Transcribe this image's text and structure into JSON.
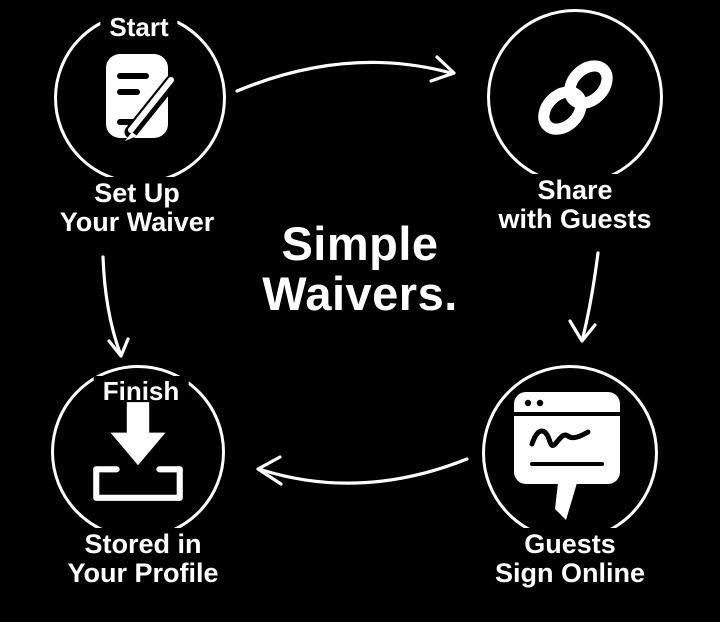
{
  "colors": {
    "background": "#000000",
    "foreground": "#ffffff"
  },
  "title": {
    "line1": "Simple",
    "line2": "Waivers."
  },
  "steps": [
    {
      "name": "setup",
      "badge": "Start",
      "caption1": "Set Up",
      "caption2": "Your Waiver",
      "icon": "waiver-form-icon"
    },
    {
      "name": "share",
      "badge": "",
      "caption1": "Share",
      "caption2": "with Guests",
      "icon": "link-icon"
    },
    {
      "name": "sign",
      "badge": "",
      "caption1": "Guests",
      "caption2": "Sign Online",
      "icon": "signature-window-icon"
    },
    {
      "name": "store",
      "badge": "Finish",
      "caption1": "Stored in",
      "caption2": "Your Profile",
      "icon": "inbox-download-icon"
    }
  ],
  "arrows": [
    {
      "name": "arrow-setup-to-share",
      "direction": "right"
    },
    {
      "name": "arrow-share-to-sign",
      "direction": "down"
    },
    {
      "name": "arrow-sign-to-store",
      "direction": "left"
    },
    {
      "name": "arrow-setup-to-store",
      "direction": "down"
    }
  ]
}
